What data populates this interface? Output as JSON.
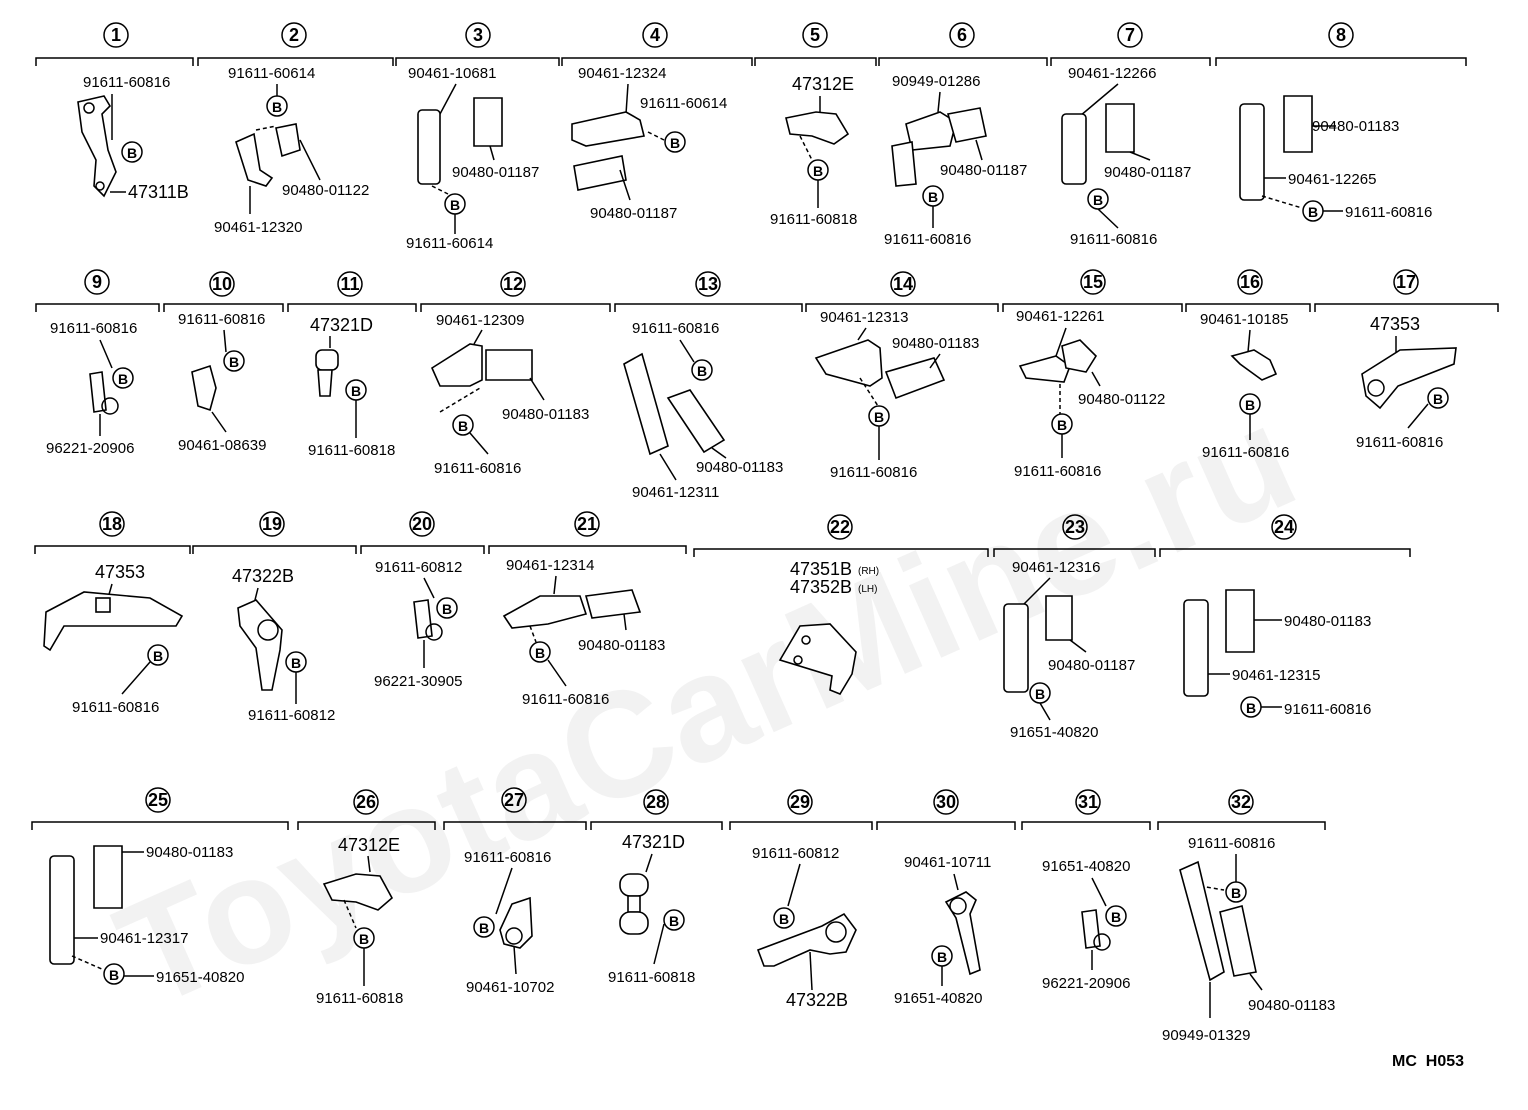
{
  "watermark": "ToyotaCarMine.ru",
  "footer": {
    "code": "MC  H053"
  },
  "bolt_symbol": "B",
  "groups": [
    {
      "number": "1",
      "labels": [
        "91611-60816",
        "47311B"
      ]
    },
    {
      "number": "2",
      "labels": [
        "91611-60614",
        "90480-01122",
        "90461-12320"
      ]
    },
    {
      "number": "3",
      "labels": [
        "90461-10681",
        "90480-01187",
        "91611-60614"
      ]
    },
    {
      "number": "4",
      "labels": [
        "90461-12324",
        "91611-60614",
        "90480-01187"
      ]
    },
    {
      "number": "5",
      "labels": [
        "47312E",
        "91611-60818"
      ]
    },
    {
      "number": "6",
      "labels": [
        "90949-01286",
        "90480-01187",
        "91611-60816"
      ]
    },
    {
      "number": "7",
      "labels": [
        "90461-12266",
        "90480-01187",
        "91611-60816"
      ]
    },
    {
      "number": "8",
      "labels": [
        "90480-01183",
        "90461-12265",
        "91611-60816"
      ]
    },
    {
      "number": "9",
      "labels": [
        "91611-60816",
        "96221-20906"
      ]
    },
    {
      "number": "10",
      "labels": [
        "91611-60816",
        "90461-08639"
      ]
    },
    {
      "number": "11",
      "labels": [
        "47321D",
        "91611-60818"
      ]
    },
    {
      "number": "12",
      "labels": [
        "90461-12309",
        "90480-01183",
        "91611-60816"
      ]
    },
    {
      "number": "13",
      "labels": [
        "91611-60816",
        "90480-01183",
        "90461-12311"
      ]
    },
    {
      "number": "14",
      "labels": [
        "90461-12313",
        "90480-01183",
        "91611-60816"
      ]
    },
    {
      "number": "15",
      "labels": [
        "90461-12261",
        "90480-01122",
        "91611-60816"
      ]
    },
    {
      "number": "16",
      "labels": [
        "90461-10185",
        "91611-60816"
      ]
    },
    {
      "number": "17",
      "labels": [
        "47353",
        "91611-60816"
      ]
    },
    {
      "number": "18",
      "labels": [
        "47353",
        "91611-60816"
      ]
    },
    {
      "number": "19",
      "labels": [
        "47322B",
        "91611-60812"
      ]
    },
    {
      "number": "20",
      "labels": [
        "91611-60812",
        "96221-30905"
      ]
    },
    {
      "number": "21",
      "labels": [
        "90461-12314",
        "90480-01183",
        "91611-60816"
      ]
    },
    {
      "number": "22",
      "labels": [
        "47351B",
        "(RH)",
        "47352B",
        "(LH)"
      ]
    },
    {
      "number": "23",
      "labels": [
        "90461-12316",
        "90480-01187",
        "91651-40820"
      ]
    },
    {
      "number": "24",
      "labels": [
        "90480-01183",
        "90461-12315",
        "91611-60816"
      ]
    },
    {
      "number": "25",
      "labels": [
        "90480-01183",
        "90461-12317",
        "91651-40820"
      ]
    },
    {
      "number": "26",
      "labels": [
        "47312E",
        "91611-60818"
      ]
    },
    {
      "number": "27",
      "labels": [
        "91611-60816",
        "90461-10702"
      ]
    },
    {
      "number": "28",
      "labels": [
        "47321D",
        "91611-60818"
      ]
    },
    {
      "number": "29",
      "labels": [
        "91611-60812",
        "47322B"
      ]
    },
    {
      "number": "30",
      "labels": [
        "90461-10711",
        "91651-40820"
      ]
    },
    {
      "number": "31",
      "labels": [
        "91651-40820",
        "96221-20906"
      ]
    },
    {
      "number": "32",
      "labels": [
        "91611-60816",
        "90480-01183",
        "90949-01329"
      ]
    }
  ]
}
